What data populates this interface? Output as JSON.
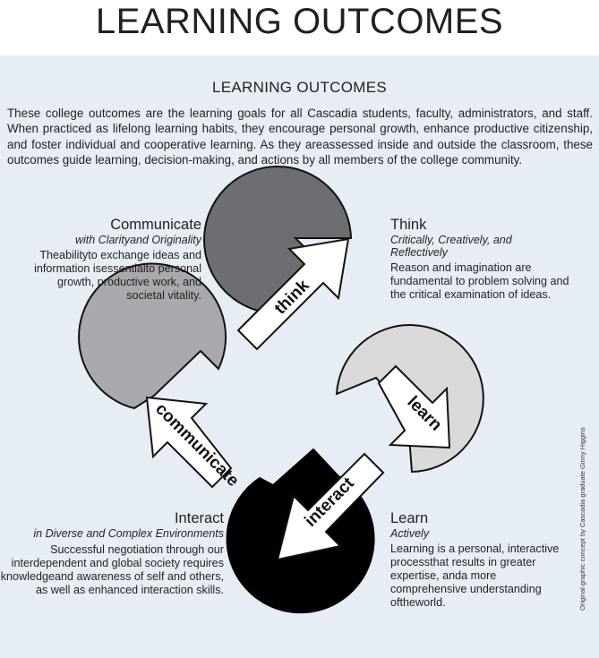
{
  "header": {
    "title": "LEARNING OUTCOMES"
  },
  "panel": {
    "title": "LEARNING OUTCOMES",
    "intro": "These college outcomes are the learning goals for all Cascadia students, faculty, administrators, and staff. When practiced as lifelong learning habits, they encourage personal growth, enhance productive citizenship, and foster individual and cooperative learning. As they areassessed inside and outside the classroom, these outcomes guide learning, decision-making, and actions by all members of the college community."
  },
  "outcomes": {
    "communicate": {
      "heading": "Communicate",
      "subheading": "with Clarityand Originality",
      "body": "Theabilityto exchange ideas and information isessentialto personal growth, productive work, and societal vitality.",
      "arrow_label": "communicate"
    },
    "think": {
      "heading": "Think",
      "subheading": "Critically, Creatively, and Reflectively",
      "body": "Reason and imagination are fundamental to problem solving and the critical examination of ideas.",
      "arrow_label": "think"
    },
    "interact": {
      "heading": "Interact",
      "subheading": "in Diverse and Complex Environments",
      "body": "Successful negotiation through our interdependent and global society requires knowledgeand awareness of self and others, as well as enhanced interaction skills.",
      "arrow_label": "interact"
    },
    "learn": {
      "heading": "Learn",
      "subheading": "Actively",
      "body": "Learning is a personal, interactive processthat results in greater expertise, anda more comprehensive understanding oftheworld.",
      "arrow_label": "learn"
    }
  },
  "credit": "Original graphic concept by Cascadia graduate Ginny Higgins",
  "colors": {
    "panel_bg": "#e6edf4",
    "think_fill": "#6d6e71",
    "communicate_fill": "#a7a9ac",
    "learn_fill": "#d9d9d9",
    "interact_fill": "#000000",
    "arrow_fill": "#ffffff",
    "text": "#231f20"
  }
}
